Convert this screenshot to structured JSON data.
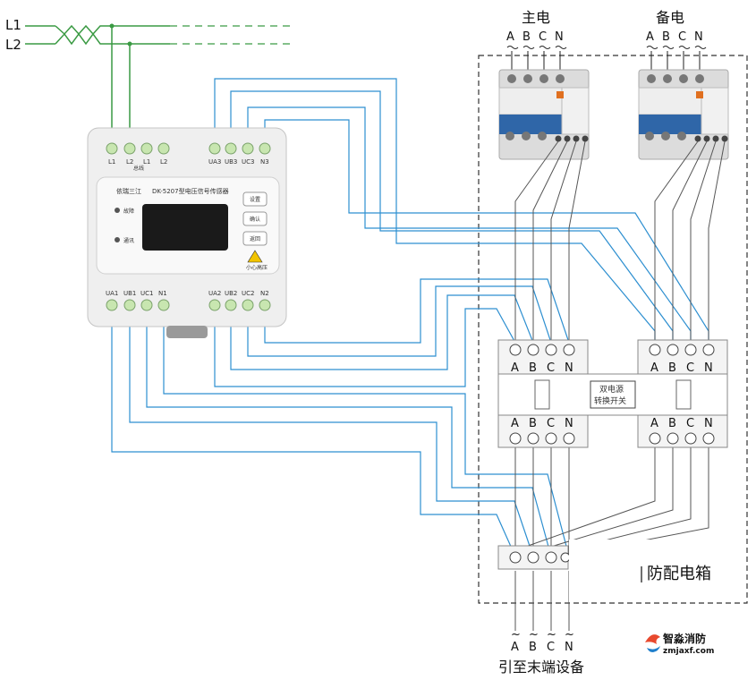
{
  "bus": {
    "l1": "L1",
    "l2": "L2"
  },
  "sources": {
    "main": {
      "title": "主电",
      "phases": [
        "A",
        "B",
        "C",
        "N"
      ]
    },
    "backup": {
      "title": "备电",
      "phases": [
        "A",
        "B",
        "C",
        "N"
      ]
    }
  },
  "sensor": {
    "top_terminals": [
      "L1",
      "L2",
      "L1",
      "L2",
      "UA3",
      "UB3",
      "UC3",
      "N3"
    ],
    "bus_label": "总线",
    "brand": "依瑞三江",
    "model": "DK-5207型电压信号传感器",
    "led_fault": "故障",
    "led_comm": "通讯",
    "btn_set": "设置",
    "btn_confirm": "确认",
    "btn_back": "返回",
    "warning": "小心高压",
    "bottom_terminals": [
      "UA1",
      "UB1",
      "UC1",
      "N1",
      "UA2",
      "UB2",
      "UC2",
      "N2"
    ]
  },
  "ats": {
    "phases": [
      "A",
      "B",
      "C",
      "N"
    ],
    "label_line1": "双电源",
    "label_line2": "转换开关"
  },
  "box_label": "防配电箱",
  "output": {
    "phases": [
      "A",
      "B",
      "C",
      "N"
    ],
    "tilde": "~",
    "title": "引至末端设备"
  },
  "watermark": {
    "name": "智淼消防",
    "url": "zmjaxf.com"
  },
  "colors": {
    "wire": "#2d8fd0",
    "bus": "#3a9a43",
    "terminal": "#c8e6b0"
  }
}
